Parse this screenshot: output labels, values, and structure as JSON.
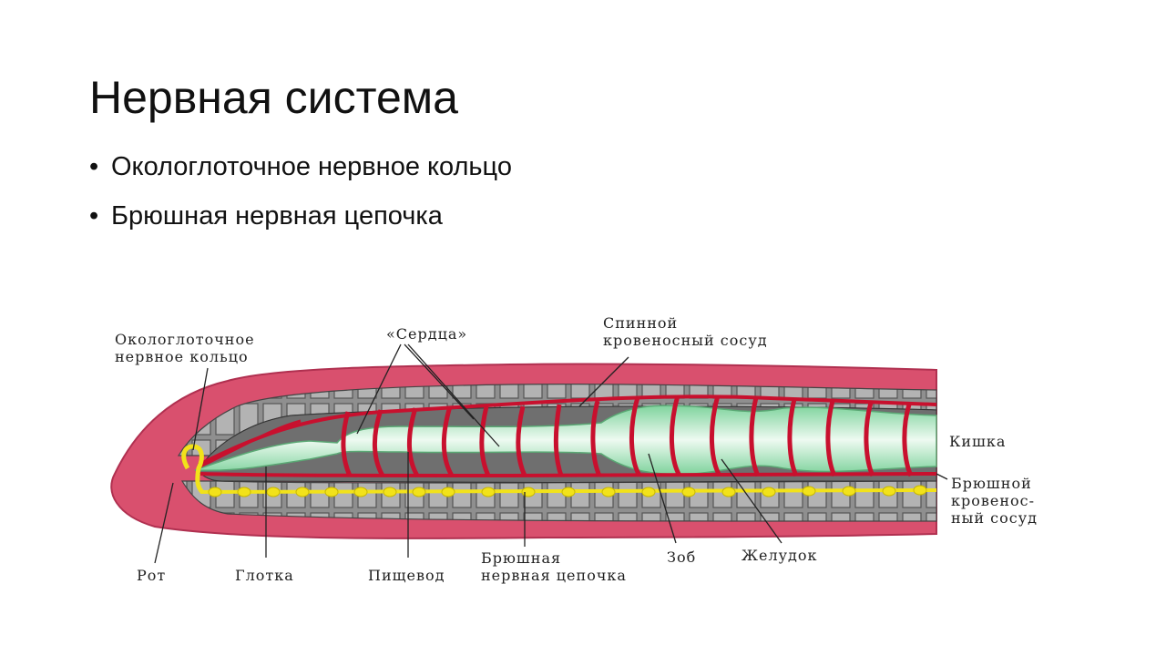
{
  "slide": {
    "title": "Нервная система",
    "bullets": [
      "Окологлоточное нервное кольцо",
      "Брюшная нервная цепочка"
    ]
  },
  "diagram": {
    "labels": {
      "nerve_ring": "Окологлоточное\nнервное кольцо",
      "hearts": "«Сердца»",
      "dorsal_vessel": "Спинной\nкровеносный сосуд",
      "intestine": "Кишка",
      "ventral_vessel": "Брюшной\nкровенос-\nный сосуд",
      "mouth": "Рот",
      "pharynx": "Глотка",
      "esophagus": "Пищевод",
      "nerve_chain": "Брюшная\nнервная цепочка",
      "crop": "Зоб",
      "gizzard": "Желудок"
    },
    "colors": {
      "body_wall": "#d9506e",
      "muscle_segments": "#8c8c8c",
      "blood_vessel": "#c8102e",
      "gut": "#9ee0b5",
      "nerve": "#f2e21a"
    }
  }
}
